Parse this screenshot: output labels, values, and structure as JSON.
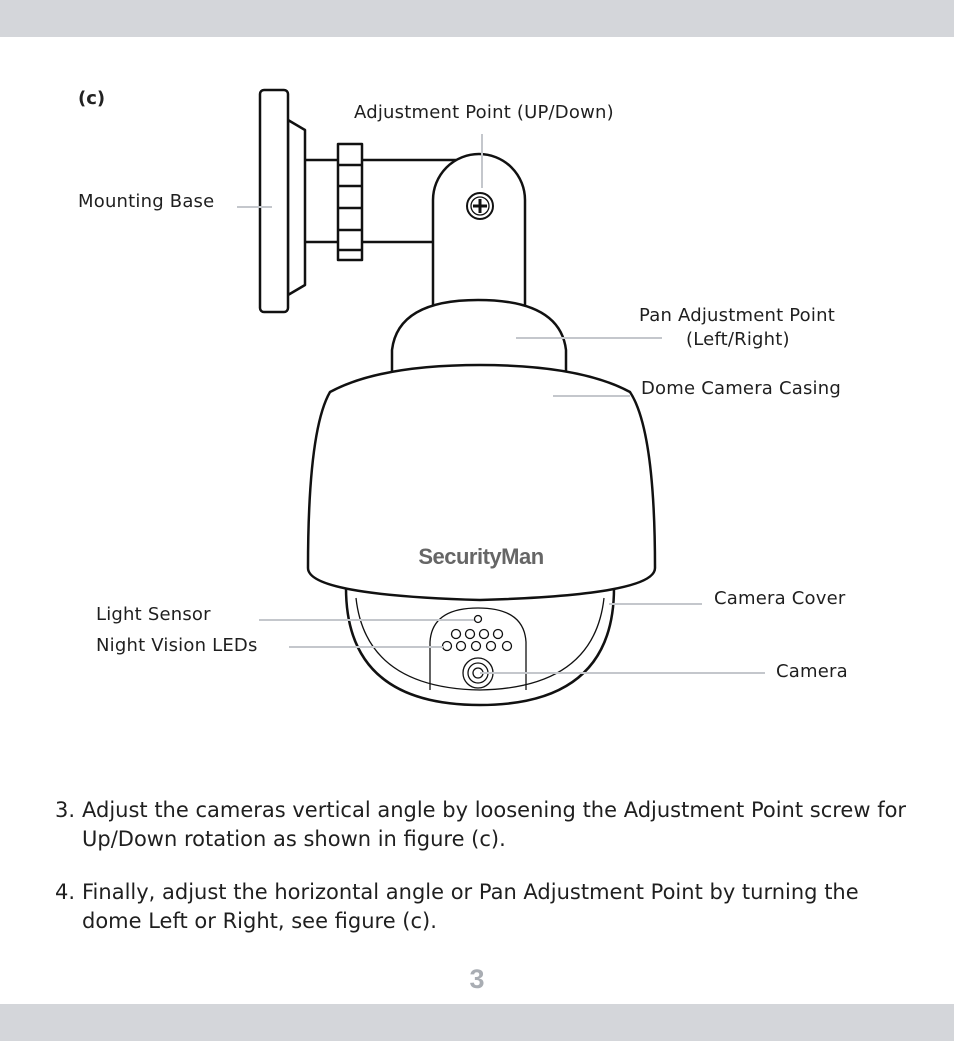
{
  "figure": {
    "label": "(c)",
    "brand": "SecurityMan",
    "callouts": {
      "adjustment_point": "Adjustment Point (UP/Down)",
      "mounting_base": "Mounting Base",
      "pan_point_line1": "Pan Adjustment Point",
      "pan_point_line2": "(Left/Right)",
      "dome_casing": "Dome Camera Casing",
      "camera_cover": "Camera Cover",
      "light_sensor": "Light Sensor",
      "night_vision": "Night Vision LEDs",
      "camera": "Camera"
    }
  },
  "steps": [
    {
      "number": "3.",
      "text": "Adjust the cameras vertical angle by loosening the Adjustment Point screw for Up/Down rotation as shown in figure (c)."
    },
    {
      "number": "4.",
      "text": "Finally, adjust the horizontal angle or Pan Adjustment Point by turning the dome Left or Right, see figure (c)."
    }
  ],
  "page_number": "3",
  "colors": {
    "band": "#d4d6da",
    "page_number": "#a9adb3",
    "leader_line": "#c4c7cc"
  }
}
